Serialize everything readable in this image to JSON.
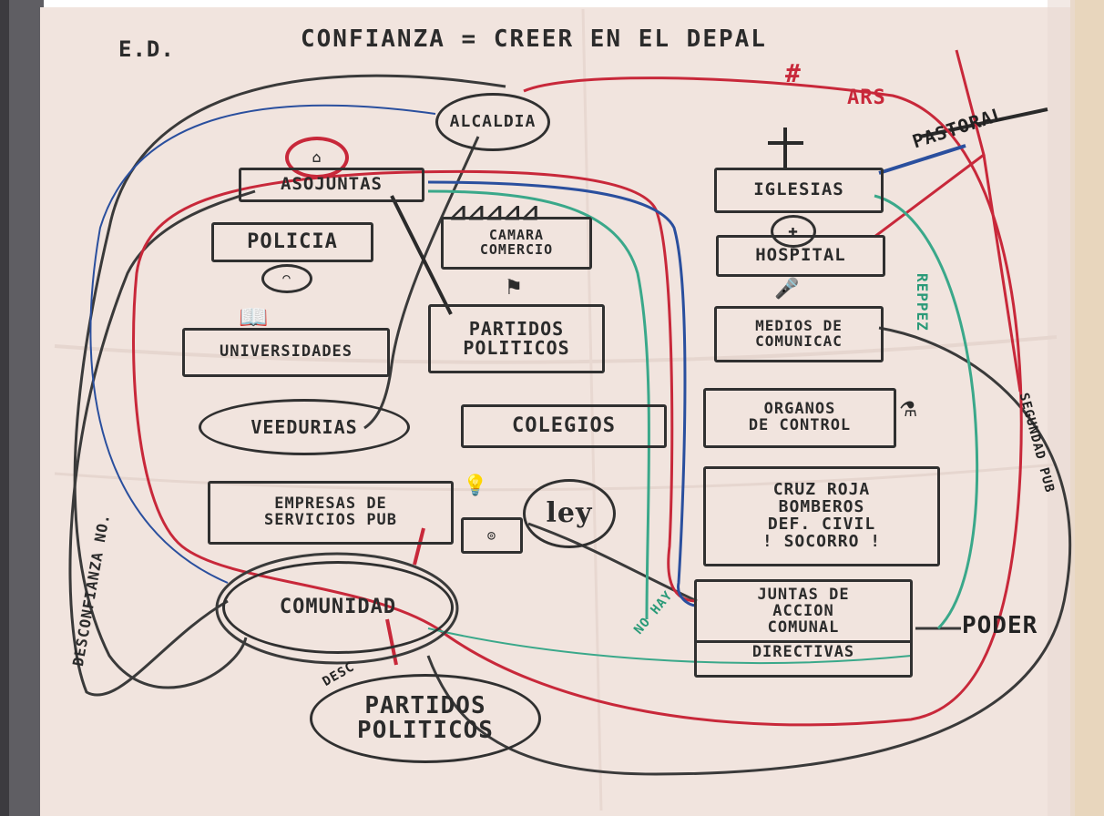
{
  "diagram": {
    "title": "CONFIANZA = CREER EN EL DEPAL",
    "top_left_mark": "E.D.",
    "corner_label_red": "#",
    "red_label_ars": "ARS",
    "pastoral_label": "PASTORAL",
    "nodes": {
      "alcaldia": "ALCALDIA",
      "asojuntas": "ASOJUNTAS",
      "policia": "POLICIA",
      "universidades": "UNIVERSIDADES",
      "veedurias": "VEEDURIAS",
      "camara_line1": "CAMARA",
      "camara_line2": "COMERCIO",
      "partidos_top_line1": "PARTIDOS",
      "partidos_top_line2": "POLITICOS",
      "colegios": "COLEGIOS",
      "empresas_line1": "EMPRESAS DE",
      "empresas_line2": "SERVICIOS PUB",
      "ley": "ley",
      "comunidad": "COMUNIDAD",
      "partidos_bottom_line1": "PARTIDOS",
      "partidos_bottom_line2": "POLITICOS",
      "iglesias": "IGLESIAS",
      "hospital": "HOSPITAL",
      "medios_line1": "MEDIOS DE",
      "medios_line2": "COMUNICAC",
      "organos_line1": "ORGANOS",
      "organos_line2": "DE CONTROL",
      "cruz_line1": "CRUZ ROJA",
      "cruz_line2": "BOMBEROS",
      "cruz_line3": "DEF. CIVIL",
      "cruz_line4": "! SOCORRO !",
      "juntas_line1": "JUNTAS DE",
      "juntas_line2": "ACCION",
      "juntas_line3": "COMUNAL",
      "juntas_footer": "DIRECTIVAS"
    },
    "side_labels": {
      "left_vertical": "DESCONFIANZA NO.",
      "right_green_vertical": "REPPEZ",
      "right_dark_vertical": "SEGUNDAD PUB",
      "no_hay": "NO HAY",
      "poder": "PODER",
      "desc": "DESC"
    },
    "line_colors": {
      "black": "#3a3a3a",
      "red": "#c8283a",
      "blue": "#2a4f9e",
      "green": "#3aa88a"
    }
  }
}
